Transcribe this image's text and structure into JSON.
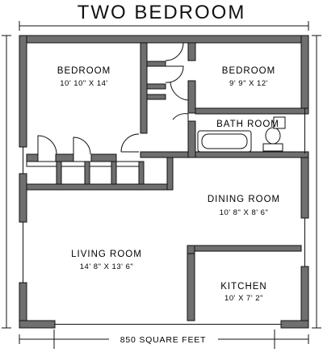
{
  "plan": {
    "title": "TWO BEDROOM",
    "footer": "850 SQUARE FEET",
    "rooms": [
      {
        "name": "BEDROOM",
        "dims": "10' 10\" X 14'"
      },
      {
        "name": "BEDROOM",
        "dims": "9' 9\" X 12'"
      },
      {
        "name": "BATH ROOM",
        "dims": ""
      },
      {
        "name": "DINING ROOM",
        "dims": "10' 8\" X 8' 6\""
      },
      {
        "name": "LIVING ROOM",
        "dims": "14' 8\" X 13' 6\""
      },
      {
        "name": "KITCHEN",
        "dims": "10' X 7' 2\""
      }
    ]
  },
  "colors": {
    "wall": "#6f6f6f",
    "line": "#111111",
    "background": "#ffffff"
  }
}
